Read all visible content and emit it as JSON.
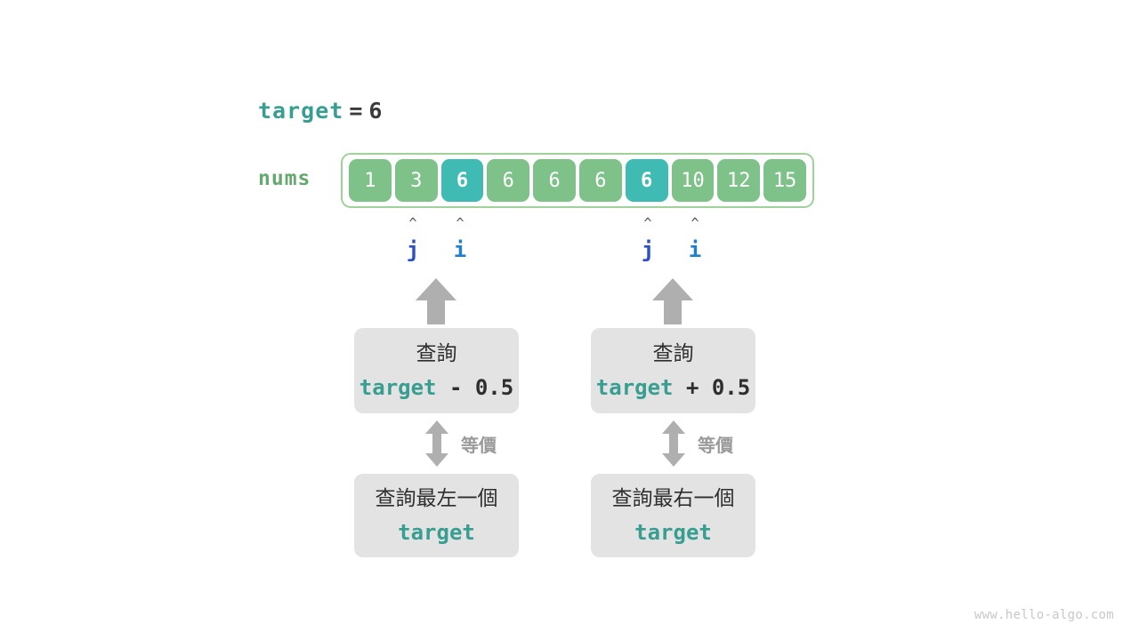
{
  "target_line": {
    "keyword": "target",
    "equals": "=",
    "value": "6"
  },
  "array": {
    "label": "nums",
    "cells": [
      {
        "value": "1",
        "highlighted": false
      },
      {
        "value": "3",
        "highlighted": false
      },
      {
        "value": "6",
        "highlighted": true
      },
      {
        "value": "6",
        "highlighted": false
      },
      {
        "value": "6",
        "highlighted": false
      },
      {
        "value": "6",
        "highlighted": false
      },
      {
        "value": "6",
        "highlighted": true
      },
      {
        "value": "10",
        "highlighted": false
      },
      {
        "value": "12",
        "highlighted": false
      },
      {
        "value": "15",
        "highlighted": false
      }
    ],
    "colors": {
      "cell": "#7ec189",
      "cell_highlight": "#3fbbb4",
      "frame_border": "#9ed19b",
      "label": "#66a96e"
    }
  },
  "pointers": [
    {
      "caret": "^",
      "name": "j",
      "color": "#2b50c8",
      "cell_index": 1,
      "group": "left"
    },
    {
      "caret": "^",
      "name": "i",
      "color": "#1f7fd0",
      "cell_index": 2,
      "group": "left"
    },
    {
      "caret": "^",
      "name": "j",
      "color": "#2b50c8",
      "cell_index": 6,
      "group": "right"
    },
    {
      "caret": "^",
      "name": "i",
      "color": "#1f7fd0",
      "cell_index": 7,
      "group": "right"
    }
  ],
  "branches": [
    {
      "id": "left",
      "arrow_icon": "arrow-up-icon",
      "query_box": {
        "line1": "查詢",
        "expr_keyword": "target",
        "expr_operator": " - 0.5"
      },
      "equivalence": {
        "icon": "double-arrow-vertical-icon",
        "label": "等價"
      },
      "result_box": {
        "line1": "查詢最左一個",
        "line2": "target"
      }
    },
    {
      "id": "right",
      "arrow_icon": "arrow-up-icon",
      "query_box": {
        "line1": "查詢",
        "expr_keyword": "target",
        "expr_operator": " + 0.5"
      },
      "equivalence": {
        "icon": "double-arrow-vertical-icon",
        "label": "等價"
      },
      "result_box": {
        "line1": "查詢最右一個",
        "line2": "target"
      }
    }
  ],
  "watermark": "www.hello-algo.com",
  "theme": {
    "accent_teal": "#389e91",
    "accent_green": "#7ec189",
    "gray_box": "#e3e3e3",
    "arrow_gray": "#afafaf",
    "text_dark": "#2e2e2e"
  }
}
